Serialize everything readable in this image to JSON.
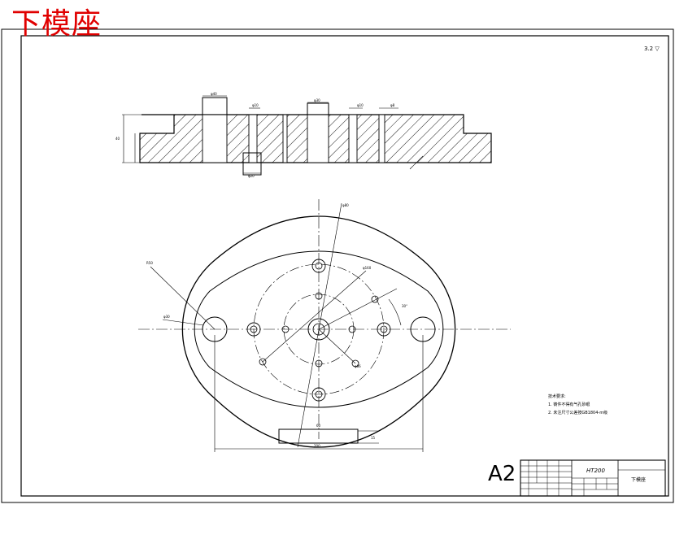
{
  "drawing": {
    "caption": "下模座",
    "corner_mark": "3.2 ▽",
    "sheet_format": "A2",
    "material": "HT200",
    "part_name": "下模座",
    "tech_req_title": "技术要求:",
    "tech_req_items": [
      "1. 铸件不得有气孔砂眼",
      "2. 未注尺寸公差按GB1804-m级"
    ],
    "colors": {
      "caption": "#e00000",
      "line": "#000000",
      "hatch": "#000000"
    }
  }
}
